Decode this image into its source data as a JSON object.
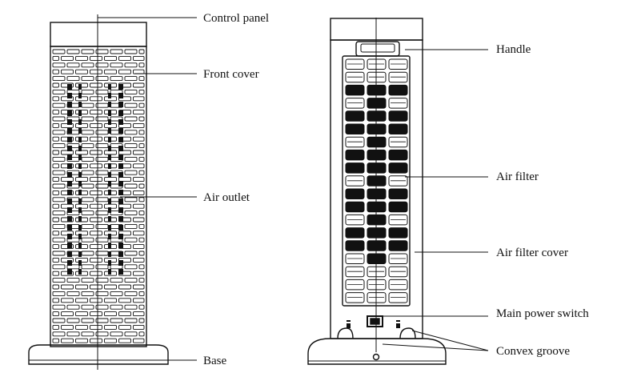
{
  "colors": {
    "ink": "#111111",
    "background": "#ffffff"
  },
  "front_view": {
    "callouts": [
      {
        "id": "control-panel",
        "label": "Control panel"
      },
      {
        "id": "front-cover",
        "label": "Front cover"
      },
      {
        "id": "air-outlet",
        "label": "Air outlet"
      },
      {
        "id": "base",
        "label": "Base"
      }
    ]
  },
  "back_view": {
    "callouts": [
      {
        "id": "handle",
        "label": "Handle"
      },
      {
        "id": "air-filter",
        "label": "Air filter"
      },
      {
        "id": "air-filter-cover",
        "label": "Air filter cover"
      },
      {
        "id": "main-power-switch",
        "label": "Main power switch"
      },
      {
        "id": "convex-groove",
        "label": "Convex groove"
      }
    ]
  }
}
